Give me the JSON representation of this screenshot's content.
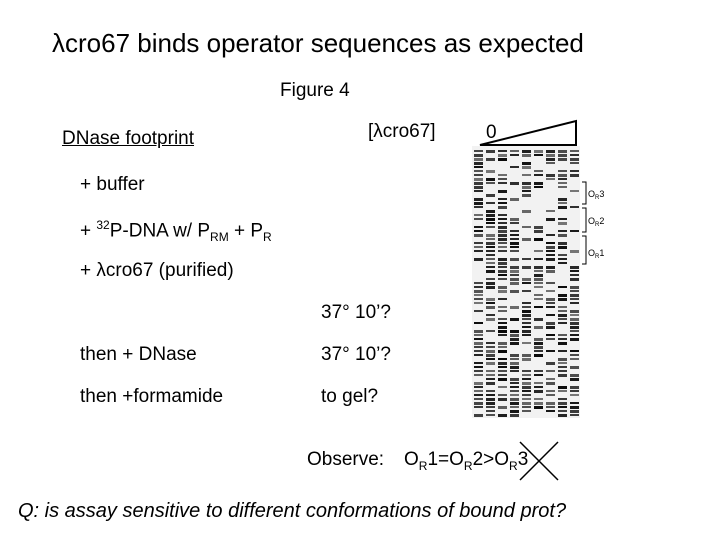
{
  "slide": {
    "title": "λcro67 binds operator sequences as expected",
    "figure_label": "Figure 4",
    "footprint_label": "DNase footprint",
    "concentration_label": "[λcro67]",
    "zero_label": "0"
  },
  "protocol": {
    "buffer": "+ buffer",
    "dna_prefix": "+ ",
    "dna_sup": "32",
    "dna_mid": "P-DNA w/ P",
    "dna_sub1": "RM",
    "dna_plus": " + P",
    "dna_sub2": "R",
    "cro": "+ λcro67 (purified)",
    "incubate1": "37° 10’?",
    "dnase_label": "then + DNase",
    "incubate2": "37° 10’?",
    "formamide_label": "then +formamide",
    "gel_step": "to gel?"
  },
  "gel": {
    "operator_labels": [
      {
        "main": "O",
        "sub": "R",
        "num": "3"
      },
      {
        "main": "O",
        "sub": "R",
        "num": "2"
      },
      {
        "main": "O",
        "sub": "R",
        "num": "1"
      }
    ]
  },
  "observation": {
    "label": "Observe:",
    "result_parts": [
      "O",
      "R",
      "1=O",
      "R",
      "2>O",
      "R",
      "3"
    ]
  },
  "question": "Q: is assay sensitive to different conformations of bound prot?"
}
